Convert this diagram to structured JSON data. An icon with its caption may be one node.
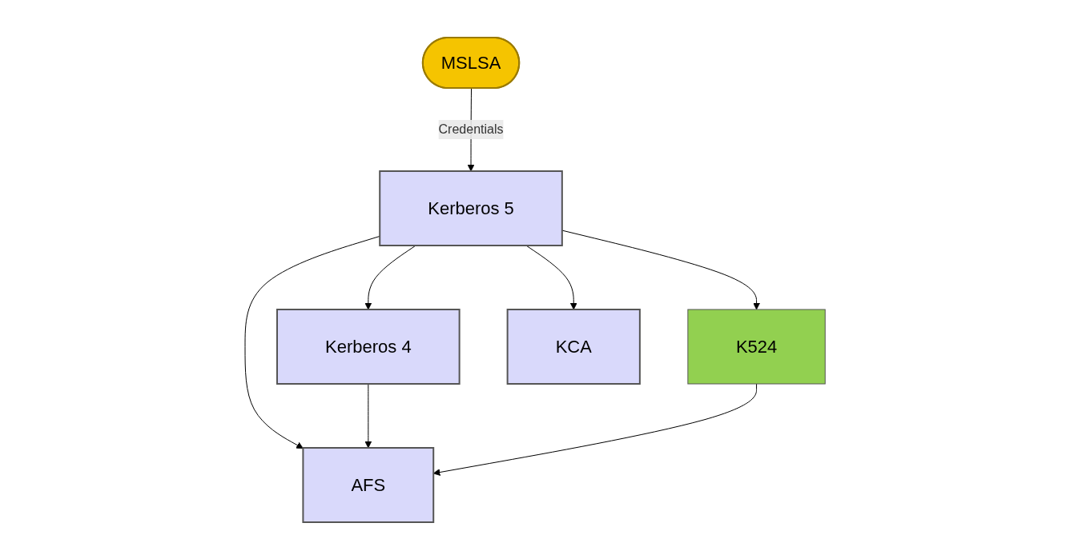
{
  "diagram": {
    "nodes": [
      {
        "text": [
          "MSLSA"
        ]
      },
      {
        "text": [
          "Kerberos 5"
        ]
      },
      {
        "text": [
          "Kerberos 4"
        ]
      },
      {
        "text": [
          "K524"
        ]
      },
      {
        "text": [
          "KCA"
        ]
      },
      {
        "text": [
          "AFS"
        ]
      }
    ],
    "edges": [
      {
        "from": 0,
        "to": 1,
        "arrow": "to",
        "label": "Credentials"
      },
      {
        "from": 1,
        "to": 2,
        "arrow": "to"
      },
      {
        "from": 1,
        "to": 5,
        "arrow": "to"
      },
      {
        "from": 1,
        "to": 3,
        "arrow": "to"
      },
      {
        "from": 1,
        "to": 4,
        "arrow": "to"
      },
      {
        "from": 2,
        "to": 5,
        "arrow": "to"
      },
      {
        "from": 3,
        "to": 5,
        "arrow": "to"
      }
    ]
  }
}
